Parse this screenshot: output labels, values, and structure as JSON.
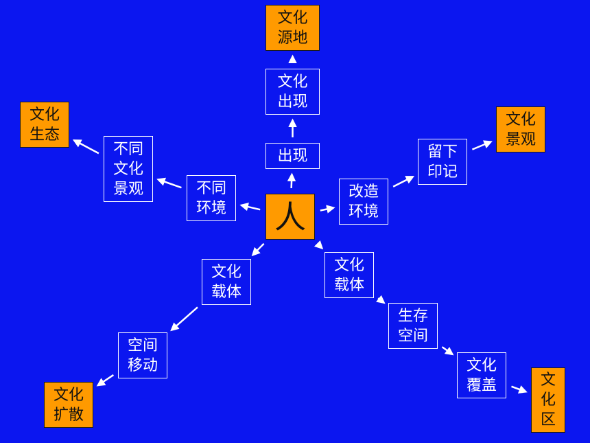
{
  "colors": {
    "background": "#0b16f0",
    "box_border": "#ffffff",
    "highlight_fill": "#ff9a00",
    "arrow": "#ffffff"
  },
  "nodes": {
    "center": {
      "text": "人",
      "style": "orange"
    },
    "culture_origin": {
      "text": "文化\n源地",
      "style": "orange"
    },
    "culture_appear": {
      "text": "文化\n出现",
      "style": "plain"
    },
    "appear": {
      "text": "出现",
      "style": "plain"
    },
    "leave_mark": {
      "text": "留下\n印记",
      "style": "plain"
    },
    "culture_landscape_result": {
      "text": "文化\n景观",
      "style": "orange"
    },
    "transform_env": {
      "text": "改造\n环境",
      "style": "plain"
    },
    "culture_ecology": {
      "text": "文化\n生态",
      "style": "orange"
    },
    "diff_landscape": {
      "text": "不同\n文化\n景观",
      "style": "plain"
    },
    "diff_env": {
      "text": "不同\n环境",
      "style": "plain"
    },
    "carrier_left": {
      "text": "文化\n载体",
      "style": "plain"
    },
    "space_move": {
      "text": "空间\n移动",
      "style": "plain"
    },
    "culture_diffusion": {
      "text": "文化\n扩散",
      "style": "orange"
    },
    "carrier_right": {
      "text": "文化\n载体",
      "style": "plain"
    },
    "living_space": {
      "text": "生存\n空间",
      "style": "plain"
    },
    "culture_cover": {
      "text": "文化\n覆盖",
      "style": "plain"
    },
    "culture_region": {
      "text": "文\n化\n区",
      "style": "orange"
    }
  },
  "edges": [
    {
      "from": "center",
      "to": "appear"
    },
    {
      "from": "appear",
      "to": "culture_appear"
    },
    {
      "from": "culture_appear",
      "to": "culture_origin"
    },
    {
      "from": "center",
      "to": "transform_env"
    },
    {
      "from": "transform_env",
      "to": "leave_mark"
    },
    {
      "from": "leave_mark",
      "to": "culture_landscape_result"
    },
    {
      "from": "center",
      "to": "diff_env"
    },
    {
      "from": "diff_env",
      "to": "diff_landscape"
    },
    {
      "from": "diff_landscape",
      "to": "culture_ecology"
    },
    {
      "from": "center",
      "to": "carrier_left"
    },
    {
      "from": "carrier_left",
      "to": "space_move"
    },
    {
      "from": "space_move",
      "to": "culture_diffusion"
    },
    {
      "from": "center",
      "to": "carrier_right"
    },
    {
      "from": "carrier_right",
      "to": "living_space"
    },
    {
      "from": "living_space",
      "to": "culture_cover"
    },
    {
      "from": "culture_cover",
      "to": "culture_region"
    }
  ]
}
